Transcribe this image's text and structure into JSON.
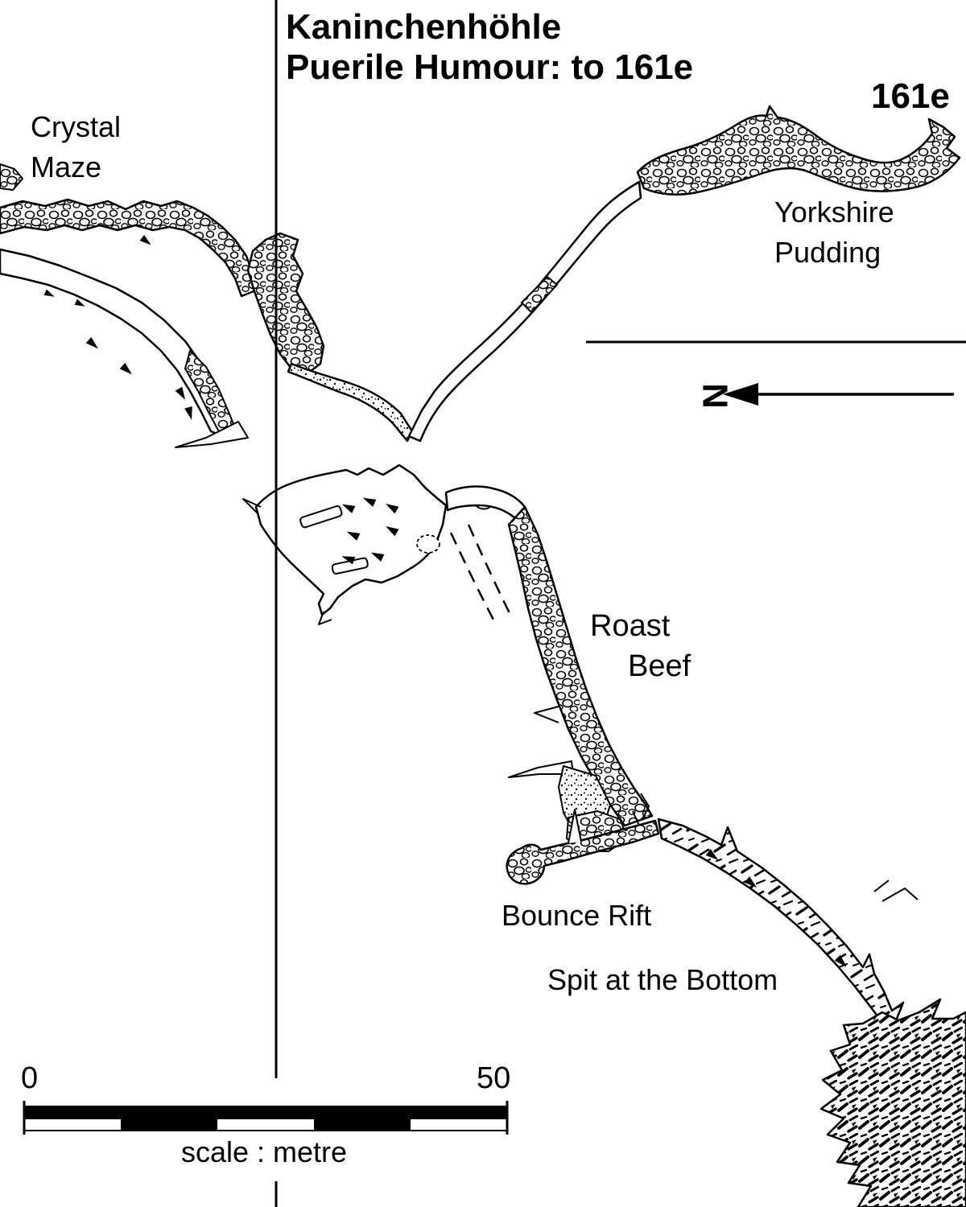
{
  "title": {
    "line1": "Kaninchenhöhle",
    "line2": "Puerile Humour: to 161e"
  },
  "station": "161e",
  "labels": {
    "crystal_maze_line1": "Crystal",
    "crystal_maze_line2": "Maze",
    "yorkshire_pudding_line1": "Yorkshire",
    "yorkshire_pudding_line2": "Pudding",
    "roast_beef_line1": "Roast",
    "roast_beef_line2": "Beef",
    "bounce_rift": "Bounce Rift",
    "spit_at_the_bottom": "Spit at the Bottom"
  },
  "north_arrow": {
    "letter": "N"
  },
  "scale_bar": {
    "start": "0",
    "end": "50",
    "caption": "scale : metre"
  },
  "colors": {
    "ink": "#000000",
    "paper": "#ffffff"
  }
}
